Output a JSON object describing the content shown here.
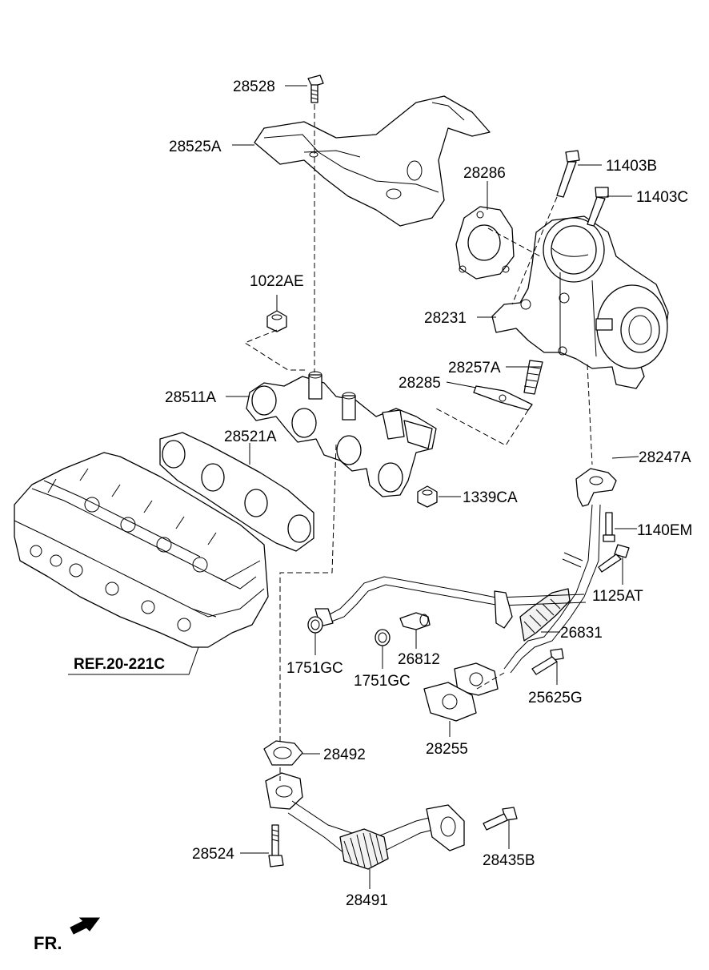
{
  "diagram": {
    "callouts": [
      {
        "id": "c28528",
        "text": "28528"
      },
      {
        "id": "c28525A",
        "text": "28525A"
      },
      {
        "id": "c28286",
        "text": "28286"
      },
      {
        "id": "c11403B",
        "text": "11403B"
      },
      {
        "id": "c11403C",
        "text": "11403C"
      },
      {
        "id": "c1022AE",
        "text": "1022AE"
      },
      {
        "id": "c28231",
        "text": "28231"
      },
      {
        "id": "c28257A",
        "text": "28257A"
      },
      {
        "id": "c28285",
        "text": "28285"
      },
      {
        "id": "c28511A",
        "text": "28511A"
      },
      {
        "id": "c28521A",
        "text": "28521A"
      },
      {
        "id": "c28247A",
        "text": "28247A"
      },
      {
        "id": "c1339CA",
        "text": "1339CA"
      },
      {
        "id": "c1140EM",
        "text": "1140EM"
      },
      {
        "id": "c1125AT",
        "text": "1125AT"
      },
      {
        "id": "c26831",
        "text": "26831"
      },
      {
        "id": "c26812",
        "text": "26812"
      },
      {
        "id": "c1751GC_a",
        "text": "1751GC"
      },
      {
        "id": "c1751GC_b",
        "text": "1751GC"
      },
      {
        "id": "c25625G",
        "text": "25625G"
      },
      {
        "id": "c28255",
        "text": "28255"
      },
      {
        "id": "c28492",
        "text": "28492"
      },
      {
        "id": "c28524",
        "text": "28524"
      },
      {
        "id": "c28435B",
        "text": "28435B"
      },
      {
        "id": "c28491",
        "text": "28491"
      }
    ],
    "reference": "REF.20-221C",
    "front_marker": "FR."
  }
}
